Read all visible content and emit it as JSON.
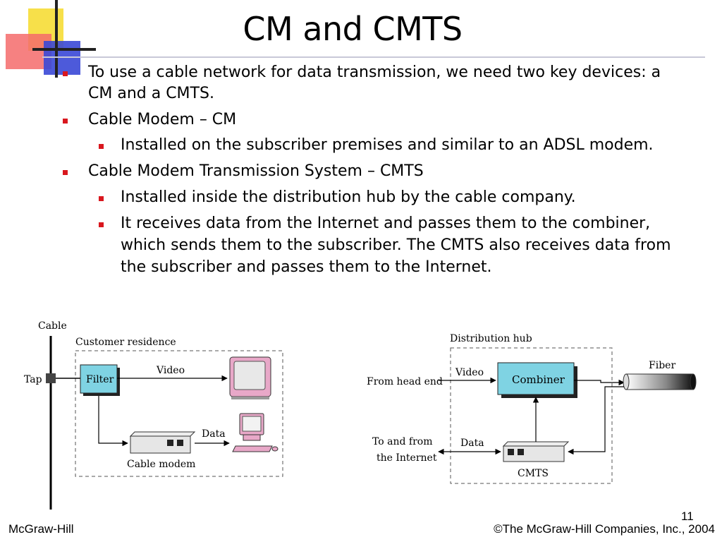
{
  "slide": {
    "title": "CM and CMTS",
    "bullets": [
      {
        "level": 1,
        "text": "To use a cable network for data transmission, we need two key devices: a",
        "text2": "CM and a CMTS."
      },
      {
        "level": 1,
        "text": "Cable Modem – CM"
      },
      {
        "level": 2,
        "text": "Installed on the subscriber premises and similar to an ADSL modem."
      },
      {
        "level": 1,
        "text": "Cable Modem Transmission System – CMTS"
      },
      {
        "level": 2,
        "text": "Installed inside the distribution hub by the cable company."
      },
      {
        "level": 2,
        "text": "It receives data from the Internet and passes them to the combiner,",
        "text2": "which sends them to the subscriber. The CMTS also receives data from",
        "text3": "the subscriber and passes them to the Internet."
      }
    ],
    "page_number": "11",
    "footer_left": "McGraw-Hill",
    "footer_right": "©The McGraw-Hill Companies, Inc., 2004",
    "bullet_color": "#d9171e"
  },
  "diagram_left": {
    "cable": "Cable",
    "customer_residence": "Customer residence",
    "tap": "Tap",
    "filter": "Filter",
    "video": "Video",
    "data": "Data",
    "cable_modem": "Cable modem",
    "filter_color": "#7fd3e3"
  },
  "diagram_right": {
    "distribution_hub": "Distribution hub",
    "from_head_end": "From head end",
    "video": "Video",
    "combiner": "Combiner",
    "fiber": "Fiber",
    "to_and_from": "To and from",
    "the_internet": "the Internet",
    "data": "Data",
    "cmts": "CMTS",
    "combiner_color": "#7fd3e3"
  }
}
